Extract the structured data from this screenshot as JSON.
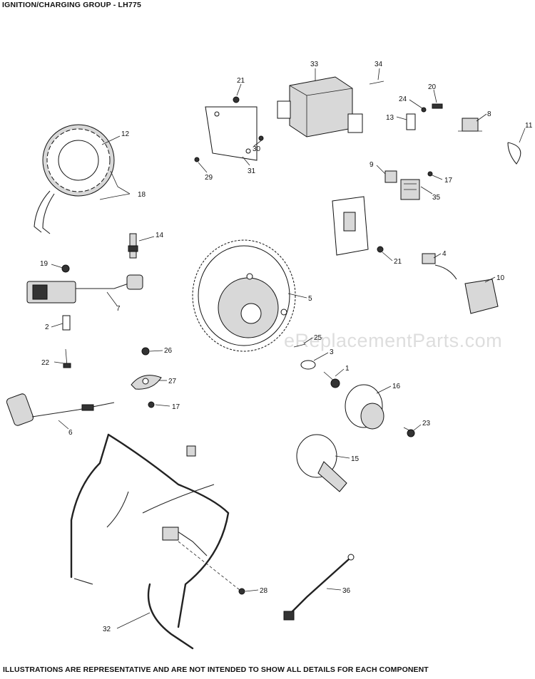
{
  "header": {
    "title": "IGNITION/CHARGING GROUP - LH775"
  },
  "footer": {
    "disclaimer": "ILLUSTRATIONS ARE REPRESENTATIVE AND ARE NOT INTENDED TO SHOW ALL DETAILS FOR EACH COMPONENT"
  },
  "watermark": {
    "text": "eReplacementParts.com"
  },
  "callouts": {
    "c1": "1",
    "c2": "2",
    "c3": "3",
    "c4": "4",
    "c5": "5",
    "c6": "6",
    "c7": "7",
    "c8": "8",
    "c9": "9",
    "c10": "10",
    "c11": "11",
    "c12": "12",
    "c13": "13",
    "c14": "14",
    "c15": "15",
    "c16": "16",
    "c17a": "17",
    "c17b": "17",
    "c18": "18",
    "c19": "19",
    "c20": "20",
    "c21a": "21",
    "c21b": "21",
    "c22": "22",
    "c23": "23",
    "c24": "24",
    "c25": "25",
    "c26": "26",
    "c27": "27",
    "c28": "28",
    "c29": "29",
    "c30": "30",
    "c31": "31",
    "c32": "32",
    "c33": "33",
    "c34": "34",
    "c35": "35",
    "c36": "36"
  }
}
